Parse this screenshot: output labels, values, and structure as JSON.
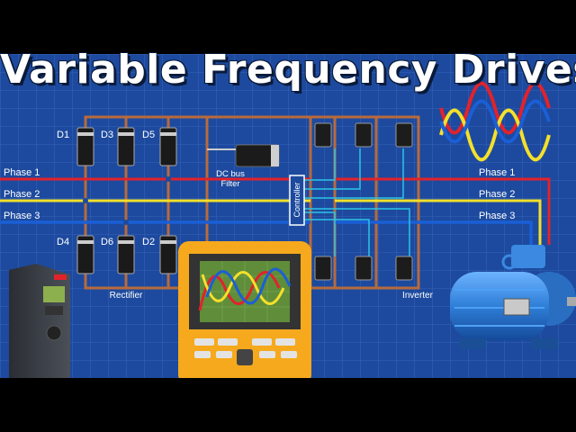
{
  "title": "Variable Frequency Drives",
  "diodes": {
    "d1": "D1",
    "d3": "D3",
    "d5": "D5",
    "d4": "D4",
    "d6": "D6",
    "d2": "D2"
  },
  "phases_in": {
    "p1": "Phase 1",
    "p2": "Phase 2",
    "p3": "Phase 3"
  },
  "phases_out": {
    "p1": "Phase 1",
    "p2": "Phase 2",
    "p3": "Phase 3"
  },
  "dc_bus_line1": "DC bus",
  "dc_bus_line2": "Filter",
  "controller": "Controller",
  "rectifier": "Rectifier",
  "inverter": "Inverter",
  "colors": {
    "background": "#1d4a9e",
    "phase1": "#e2222b",
    "phase2": "#f5e02a",
    "phase3": "#1a5fd6",
    "bus": "#b86a3c",
    "control": "#2cc4e6",
    "meter": "#f6a91c",
    "motor": "#2f7fd8"
  }
}
